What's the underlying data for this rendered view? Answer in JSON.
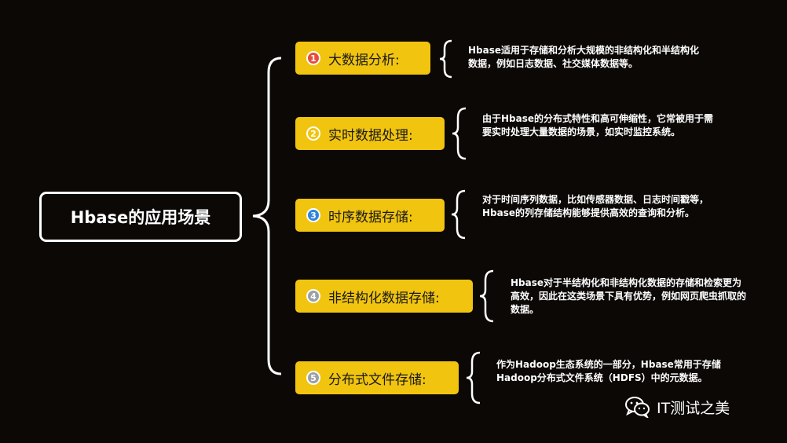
{
  "root": {
    "label": "Hbase的应用场景"
  },
  "nodes": [
    {
      "number": "1",
      "label": "大数据分析:",
      "badge_color": "#e74c3c",
      "desc": "Hbase适用于存储和分析大规模的非结构化和半结构化数据，例如日志数据、社交媒体数据等。"
    },
    {
      "number": "2",
      "label": "实时数据处理:",
      "badge_color": "#f1c40f",
      "desc": "由于Hbase的分布式特性和高可伸缩性，它常被用于需要实时处理大量数据的场景，如实时监控系统。"
    },
    {
      "number": "3",
      "label": "时序数据存储:",
      "badge_color": "#2e86de",
      "desc": "对于时间序列数据，比如传感器数据、日志时间戳等，Hbase的列存储结构能够提供高效的查询和分析。"
    },
    {
      "number": "4",
      "label": "非结构化数据存储:",
      "badge_color": "#9aa0a6",
      "desc": "Hbase对于半结构化和非结构化数据的存储和检索更为高效，因此在这类场景下具有优势，例如网页爬虫抓取的数据。"
    },
    {
      "number": "5",
      "label": "分布式文件存储:",
      "badge_color": "#9aa0a6",
      "desc": "作为Hadoop生态系统的一部分，Hbase常用于存储Hadoop分布式文件系统（HDFS）中的元数据。"
    }
  ],
  "watermark": {
    "icon": "wechat-icon",
    "label": "IT测试之美"
  }
}
